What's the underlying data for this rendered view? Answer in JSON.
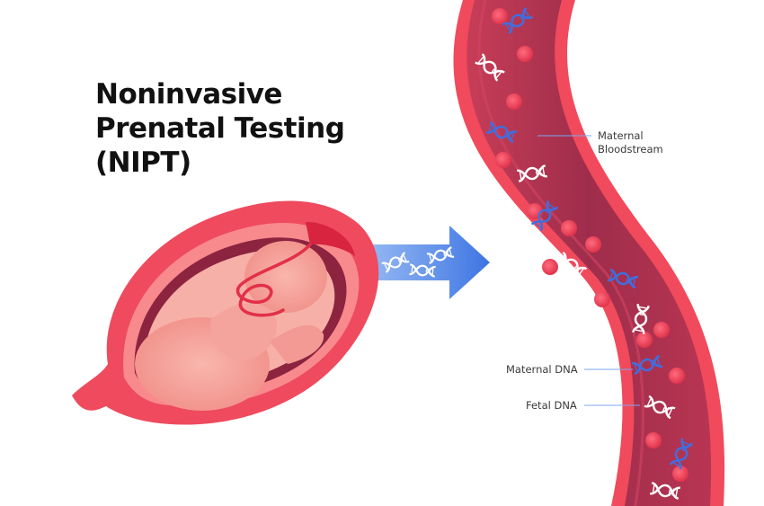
{
  "title": {
    "line1": "Noninvasive",
    "line2": "Prenatal Testing",
    "line3": "(NIPT)"
  },
  "labels": {
    "maternal_bloodstream_line1": "Maternal",
    "maternal_bloodstream_line2": "Bloodstream",
    "maternal_dna": "Maternal DNA",
    "fetal_dna": "Fetal DNA"
  },
  "colors": {
    "vessel_outer": "#f04a5c",
    "vessel_inner": "#a7324f",
    "blood_cell": "#ec3f55",
    "maternal_dna": "#3f6fe0",
    "fetal_dna": "#ffffff",
    "arrow": "#3f78e6",
    "uterus": "#ef4a5e",
    "fetus": "#f6a19a"
  },
  "icons": [
    "vessel-shape",
    "uterus-shape",
    "fetus-shape",
    "transfer-arrow",
    "dna-helix-icon",
    "blood-cell-icon"
  ]
}
